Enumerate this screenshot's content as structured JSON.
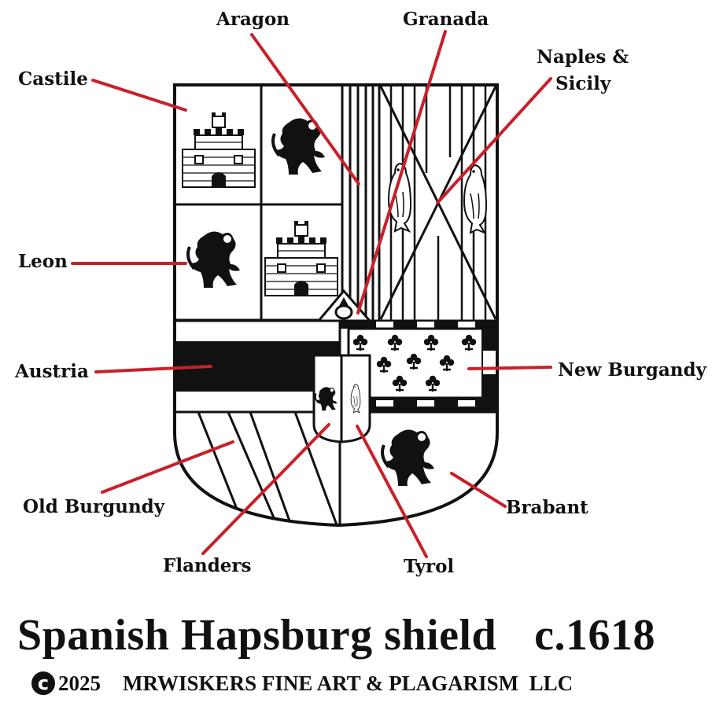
{
  "labels": {
    "castile": "Castile",
    "aragon": "Aragon",
    "granada": "Granada",
    "naples_line1": "Naples &",
    "naples_line2": "Sicily",
    "leon": "Leon",
    "austria": "Austria",
    "new_burgandy": "New Burgandy",
    "old_burgundy": "Old Burgundy",
    "flanders": "Flanders",
    "tyrol": "Tyrol",
    "brabant": "Brabant"
  },
  "title": {
    "text": "Spanish Hapsburg shield",
    "date": "c.1618"
  },
  "copyright": {
    "symbol": "c",
    "year": "2025",
    "owner": "MRWISKERS FINE ART & PLAGARISM  LLC"
  },
  "colors": {
    "leader_line": "#c8202a",
    "ink": "#111111",
    "field": "#ffffff"
  }
}
